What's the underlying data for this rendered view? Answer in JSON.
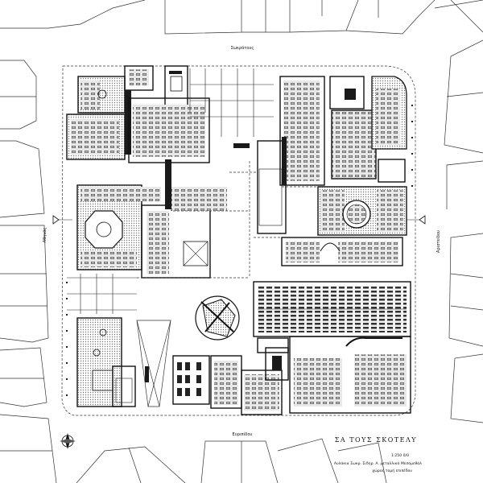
{
  "streets": {
    "north": "Σωκράτους",
    "south": "Ευριπίδου",
    "west": "Αθηνάς",
    "east": "Αριστείδου"
  },
  "title_block": {
    "title": "ΣΑ ΤΟΥΣ ΣΚΟΤΕΛΥ",
    "scale": "1:250 0/0",
    "line1": "Αυλάκια Σωκρ. Σιδηρ. Α. μεταλλικά Μεσομεθάλ",
    "line2": "χώρος τομή επιπέδου"
  }
}
